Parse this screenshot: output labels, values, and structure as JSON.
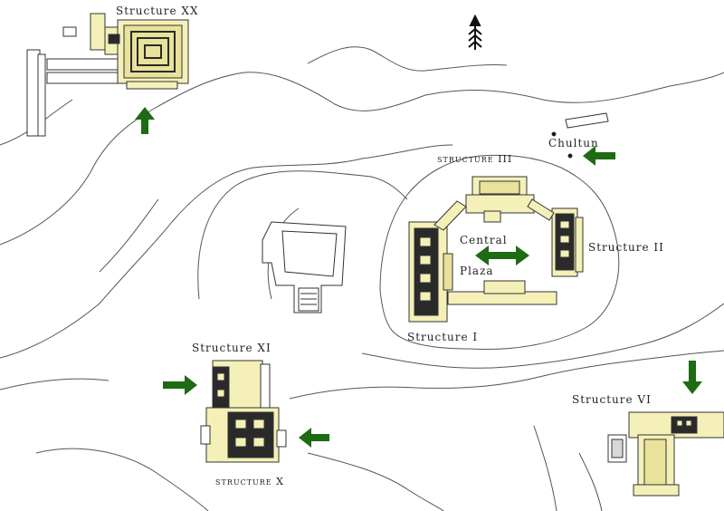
{
  "map": {
    "labels": {
      "structure_xx": "Structure XX",
      "structure_iii": "structure III",
      "chultun": "Chultun",
      "central": "Central",
      "plaza": "Plaza",
      "structure_ii": "Structure II",
      "structure_i": "Structure I",
      "structure_xi": "Structure XI",
      "structure_x": "structure X",
      "structure_vi": "Structure VI"
    },
    "icons": [
      "north-arrow-icon",
      "arrow-up-icon",
      "arrow-left-icon",
      "arrow-right-icon",
      "arrow-down-icon",
      "double-arrow-icon"
    ],
    "colors": {
      "building_fill": "#f4f0b8",
      "building_fill_dark": "#e8e29a",
      "room": "#2a2a2a",
      "contour": "#555555",
      "arrow": "#1d6b12",
      "outline": "#333333"
    }
  }
}
